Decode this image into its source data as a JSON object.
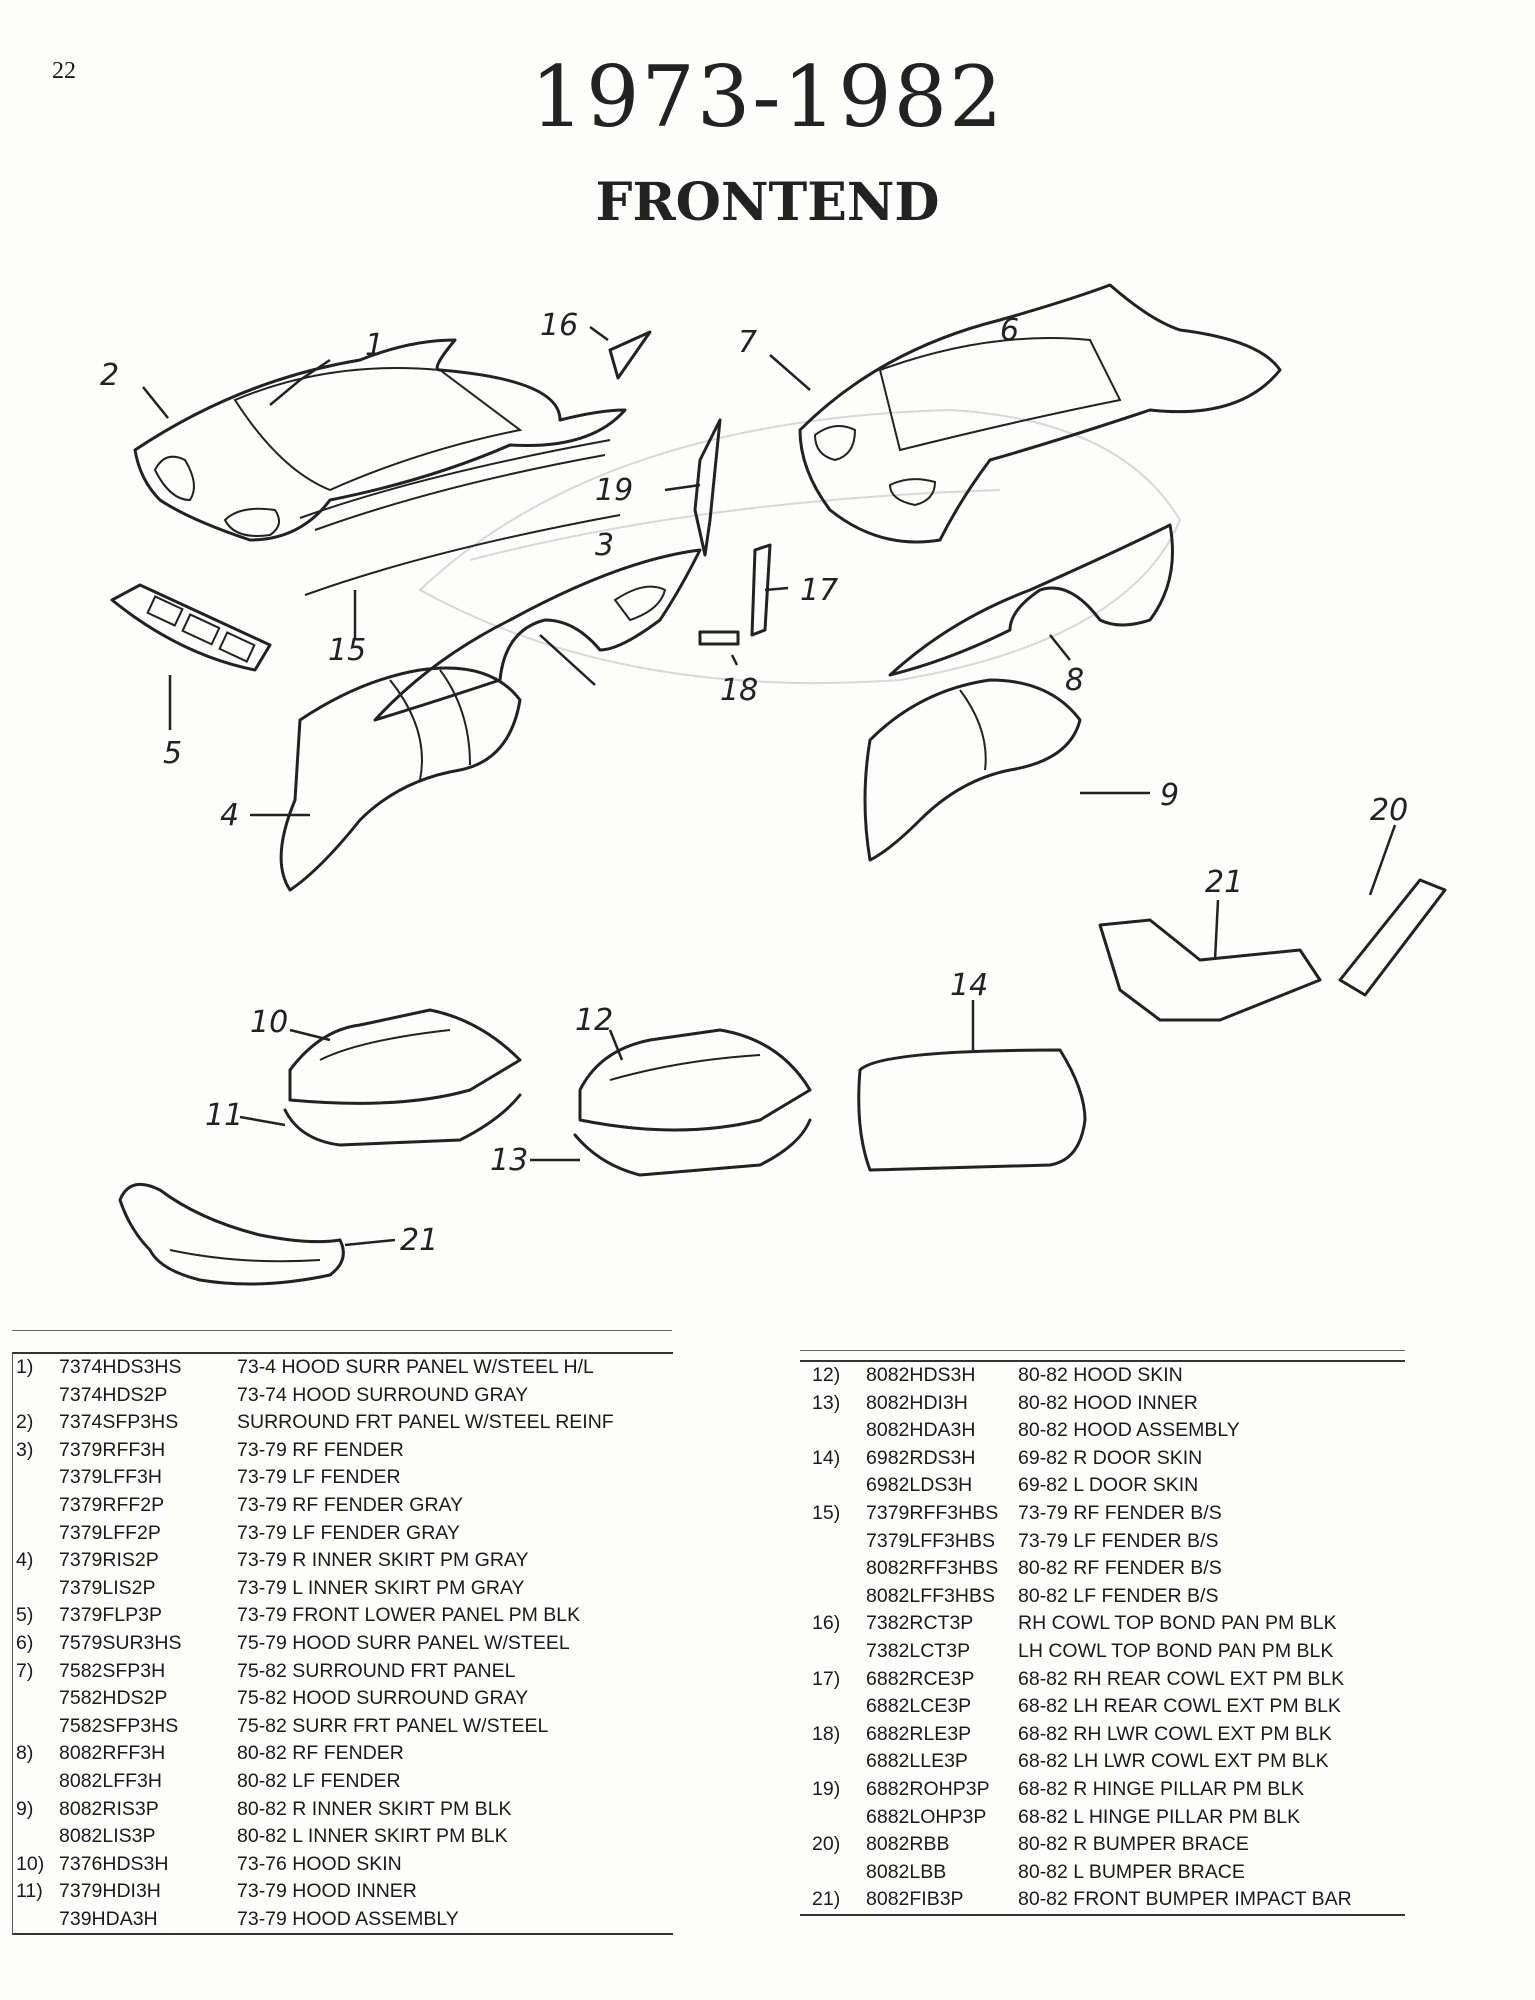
{
  "page_number": "22",
  "title_year": "1973-1982",
  "title_section": "FRONTEND",
  "callouts": [
    "1",
    "2",
    "3",
    "4",
    "5",
    "6",
    "7",
    "8",
    "9",
    "10",
    "11",
    "12",
    "13",
    "14",
    "15",
    "16",
    "17",
    "18",
    "19",
    "20",
    "21",
    "21"
  ],
  "parts_left": [
    {
      "num": "1)",
      "pn": "7374HDS3HS",
      "desc": "73-4 HOOD SURR PANEL W/STEEL H/L"
    },
    {
      "num": "",
      "pn": "7374HDS2P",
      "desc": "73-74 HOOD SURROUND GRAY"
    },
    {
      "num": "2)",
      "pn": "7374SFP3HS",
      "desc": "SURROUND FRT PANEL W/STEEL REINF"
    },
    {
      "num": "3)",
      "pn": "7379RFF3H",
      "desc": "73-79 RF FENDER"
    },
    {
      "num": "",
      "pn": "7379LFF3H",
      "desc": "73-79 LF FENDER"
    },
    {
      "num": "",
      "pn": "7379RFF2P",
      "desc": "73-79 RF FENDER GRAY"
    },
    {
      "num": "",
      "pn": "7379LFF2P",
      "desc": "73-79 LF FENDER GRAY"
    },
    {
      "num": "4)",
      "pn": "7379RIS2P",
      "desc": "73-79 R INNER SKIRT PM GRAY"
    },
    {
      "num": "",
      "pn": "7379LIS2P",
      "desc": "73-79 L INNER SKIRT PM GRAY"
    },
    {
      "num": "5)",
      "pn": "7379FLP3P",
      "desc": "73-79 FRONT LOWER PANEL PM BLK"
    },
    {
      "num": "6)",
      "pn": "7579SUR3HS",
      "desc": "75-79 HOOD SURR PANEL W/STEEL"
    },
    {
      "num": "7)",
      "pn": "7582SFP3H",
      "desc": "75-82 SURROUND FRT PANEL"
    },
    {
      "num": "",
      "pn": "7582HDS2P",
      "desc": "75-82 HOOD SURROUND GRAY"
    },
    {
      "num": "",
      "pn": "7582SFP3HS",
      "desc": "75-82 SURR FRT PANEL W/STEEL"
    },
    {
      "num": "8)",
      "pn": "8082RFF3H",
      "desc": "80-82 RF FENDER"
    },
    {
      "num": "",
      "pn": "8082LFF3H",
      "desc": "80-82 LF FENDER"
    },
    {
      "num": "9)",
      "pn": "8082RIS3P",
      "desc": "80-82 R INNER SKIRT PM BLK"
    },
    {
      "num": "",
      "pn": "8082LIS3P",
      "desc": "80-82 L INNER SKIRT PM BLK"
    },
    {
      "num": "10)",
      "pn": "7376HDS3H",
      "desc": "73-76 HOOD SKIN"
    },
    {
      "num": "11)",
      "pn": "7379HDI3H",
      "desc": "73-79 HOOD INNER"
    },
    {
      "num": "",
      "pn": "739HDA3H",
      "desc": "73-79 HOOD ASSEMBLY"
    }
  ],
  "parts_right": [
    {
      "num": "12)",
      "pn": "8082HDS3H",
      "desc": "80-82 HOOD SKIN"
    },
    {
      "num": "13)",
      "pn": "8082HDI3H",
      "desc": "80-82 HOOD INNER"
    },
    {
      "num": "",
      "pn": "8082HDA3H",
      "desc": "80-82 HOOD ASSEMBLY"
    },
    {
      "num": "14)",
      "pn": "6982RDS3H",
      "desc": "69-82 R DOOR SKIN"
    },
    {
      "num": "",
      "pn": "6982LDS3H",
      "desc": "69-82 L DOOR SKIN"
    },
    {
      "num": "15)",
      "pn": "7379RFF3HBS",
      "desc": "73-79 RF FENDER B/S"
    },
    {
      "num": "",
      "pn": "7379LFF3HBS",
      "desc": "73-79 LF FENDER B/S"
    },
    {
      "num": "",
      "pn": "8082RFF3HBS",
      "desc": "80-82 RF FENDER B/S"
    },
    {
      "num": "",
      "pn": "8082LFF3HBS",
      "desc": "80-82 LF FENDER B/S"
    },
    {
      "num": "16)",
      "pn": "7382RCT3P",
      "desc": "RH COWL TOP BOND PAN PM BLK"
    },
    {
      "num": "",
      "pn": "7382LCT3P",
      "desc": "LH COWL TOP BOND PAN PM BLK"
    },
    {
      "num": "17)",
      "pn": "6882RCE3P",
      "desc": "68-82 RH REAR COWL EXT PM BLK"
    },
    {
      "num": "",
      "pn": "6882LCE3P",
      "desc": "68-82 LH REAR COWL EXT PM BLK"
    },
    {
      "num": "18)",
      "pn": "6882RLE3P",
      "desc": "68-82 RH LWR COWL EXT PM BLK"
    },
    {
      "num": "",
      "pn": "6882LLE3P",
      "desc": "68-82 LH LWR COWL EXT PM BLK"
    },
    {
      "num": "19)",
      "pn": "6882ROHP3P",
      "desc": "68-82 R HINGE PILLAR PM BLK"
    },
    {
      "num": "",
      "pn": "6882LOHP3P",
      "desc": "68-82 L HINGE PILLAR PM BLK"
    },
    {
      "num": "20)",
      "pn": "8082RBB",
      "desc": "80-82 R BUMPER BRACE"
    },
    {
      "num": "",
      "pn": "8082LBB",
      "desc": "80-82 L BUMPER BRACE"
    },
    {
      "num": "21)",
      "pn": "8082FIB3P",
      "desc": "80-82 FRONT BUMPER IMPACT BAR"
    }
  ]
}
